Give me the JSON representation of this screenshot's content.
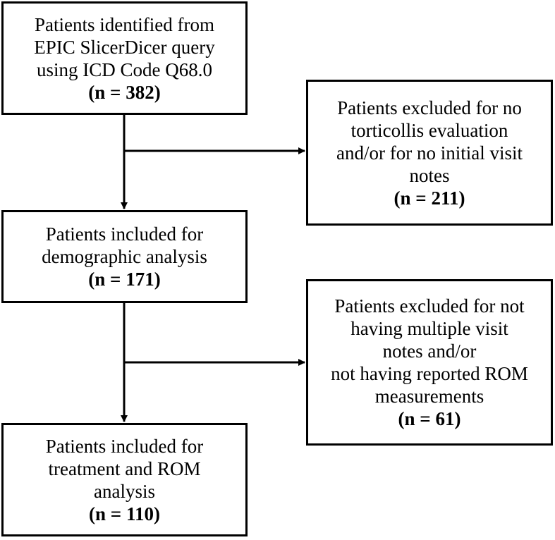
{
  "flowchart": {
    "boxes": [
      {
        "id": "identified",
        "lines": [
          "Patients identified from",
          "EPIC SlicerDicer query",
          "using ICD Code Q68.0"
        ],
        "count": "(n = 382)"
      },
      {
        "id": "excluded-no-evaluation",
        "lines": [
          "Patients excluded for no",
          "torticollis evaluation",
          "and/or for no initial visit",
          "notes"
        ],
        "count": "(n = 211)"
      },
      {
        "id": "demographic",
        "lines": [
          "Patients included for",
          "demographic analysis"
        ],
        "count": "(n = 171)"
      },
      {
        "id": "excluded-no-rom",
        "lines": [
          "Patients excluded for not",
          "having multiple visit",
          "notes and/or",
          "not having reported ROM",
          "measurements"
        ],
        "count": "(n = 61)"
      },
      {
        "id": "treatment-rom",
        "lines": [
          "Patients included for",
          "treatment and ROM",
          "analysis"
        ],
        "count": "(n = 110)"
      }
    ],
    "colors": {
      "line": "#000000",
      "background": "#ffffff"
    }
  }
}
